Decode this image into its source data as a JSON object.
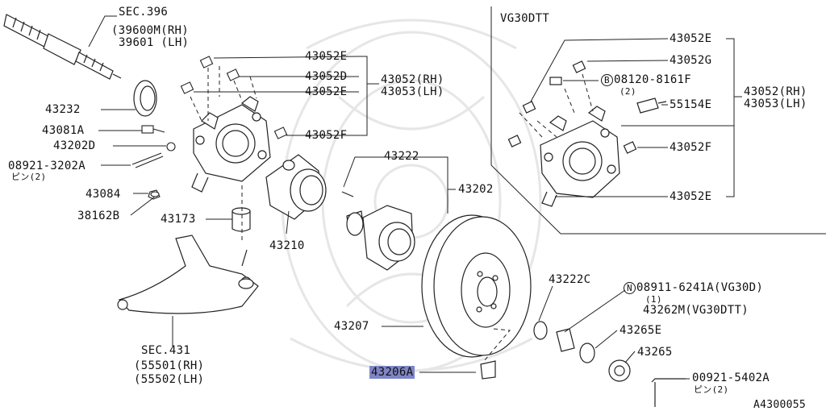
{
  "sec396": {
    "title": "SEC.396",
    "rh": "(39600M(RH)",
    "lh": "39601 (LH)"
  },
  "sec431": {
    "title": "SEC.431",
    "rh": "(55501(RH)",
    "lh": "(55502(LH)"
  },
  "vg30dtt": "VG30DTT",
  "left_parts": {
    "p43232": "43232",
    "p43081a": "43081A",
    "p43202d": "43202D",
    "p08921_3202a": "08921-3202A",
    "p08921_pin": "ピン(2)",
    "p43084": "43084",
    "p38162b": "38162B",
    "p43173": "43173",
    "p43210": "43210"
  },
  "bolt_group": {
    "e1": "43052E",
    "d": "43052D",
    "e2": "43052E",
    "f": "43052F",
    "rh": "43052(RH)",
    "lh": "43053(LH)"
  },
  "center_parts": {
    "p43222": "43222",
    "p43202": "43202",
    "p43207": "43207",
    "p43206a": "43206A"
  },
  "right_parts": {
    "p43222c": "43222C",
    "n_mark": "N",
    "n_part": "08911-6241A(VG30D)",
    "n_qty": "(1)",
    "n_alt": "43262M(VG30DTT)",
    "p43265e": "43265E",
    "p43265": "43265",
    "p00921": "00921-5402A",
    "p00921_pin": "ピン(2)"
  },
  "vg_parts": {
    "e1": "43052E",
    "g": "43052G",
    "b_mark": "B",
    "b_part": "08120-8161F",
    "b_qty": "(2)",
    "s55154e": "55154E",
    "f": "43052F",
    "e2": "43052E",
    "rh": "43052(RH)",
    "lh": "43053(LH)"
  },
  "diagram_code": "A4300055",
  "colors": {
    "line": "#222222",
    "highlight": "#7f86c6",
    "watermark": "#e6e6e6"
  }
}
